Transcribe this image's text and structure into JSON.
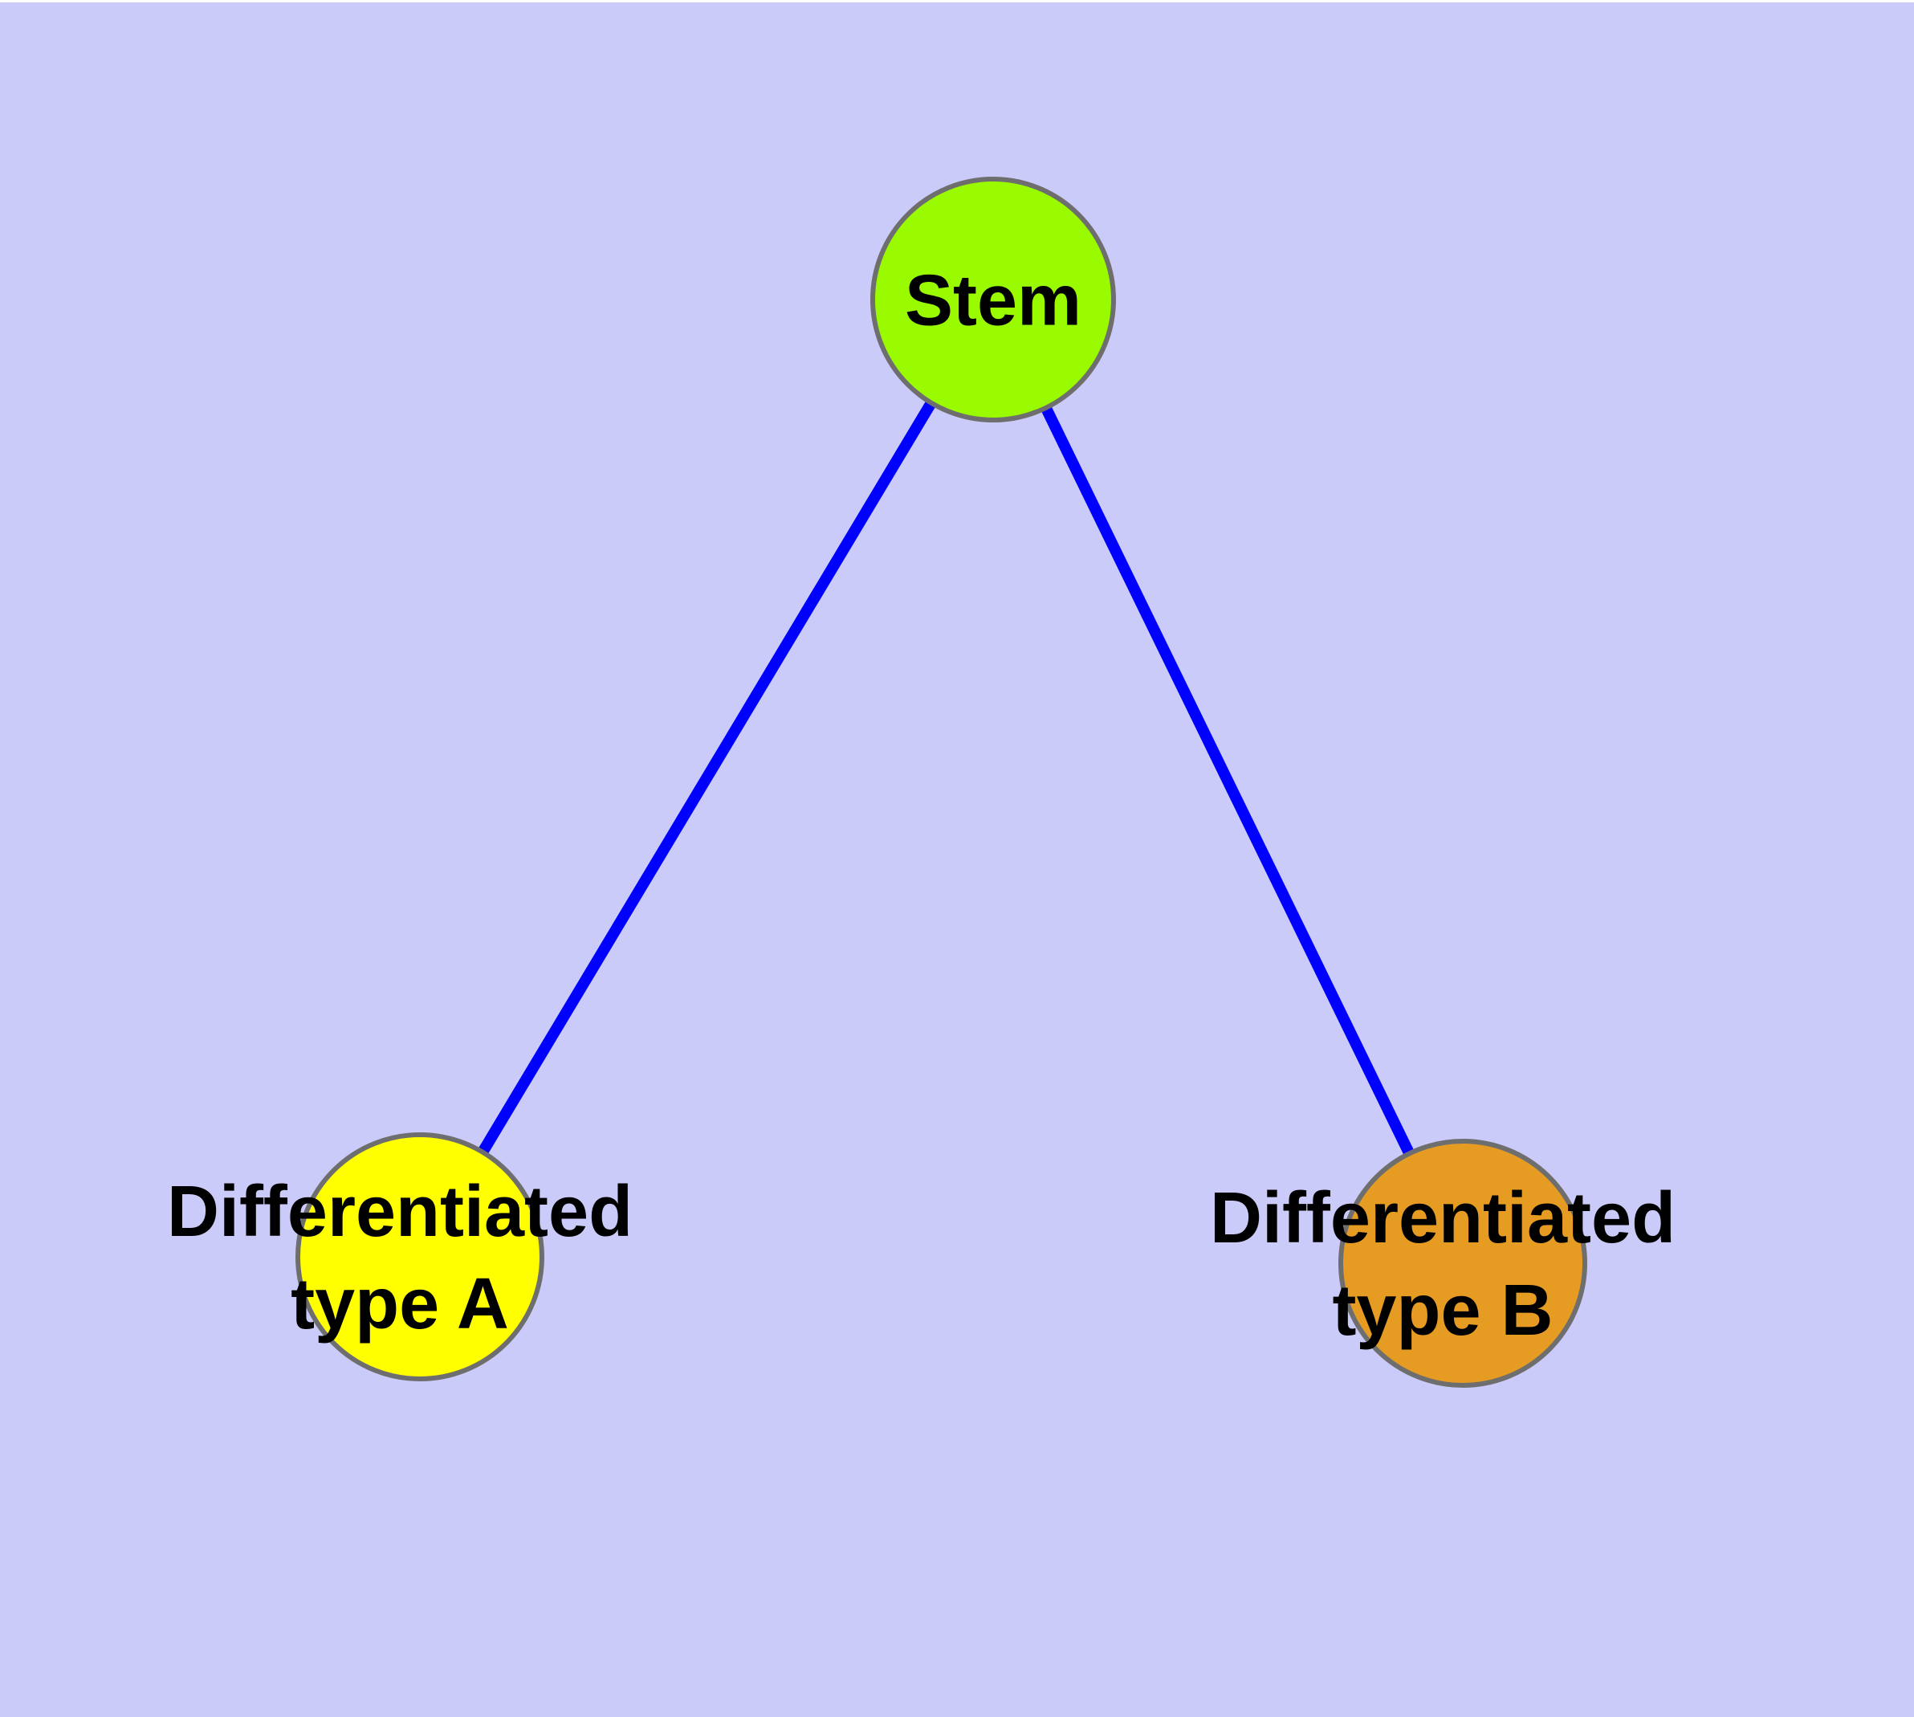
{
  "diagram": {
    "type": "graph",
    "background_color": "#CBCBF9",
    "edge_color": "#0000FF",
    "node_border_color": "#6E6E6E",
    "label_color": "#000000",
    "nodes": [
      {
        "id": "stem",
        "label": "Stem",
        "color": "#9AFB00"
      },
      {
        "id": "differentiated-type-a",
        "label": "Differentiated type A",
        "label_line1": "Differentiated",
        "label_line2": "type A",
        "color": "#FFFF00"
      },
      {
        "id": "differentiated-type-b",
        "label": "Differentiated type B",
        "label_line1": "Differentiated",
        "label_line2": "type B",
        "color": "#E69C23"
      }
    ],
    "edges": [
      {
        "from": "Stem",
        "to": "Differentiated type A"
      },
      {
        "from": "Stem",
        "to": "Differentiated type B"
      }
    ]
  }
}
